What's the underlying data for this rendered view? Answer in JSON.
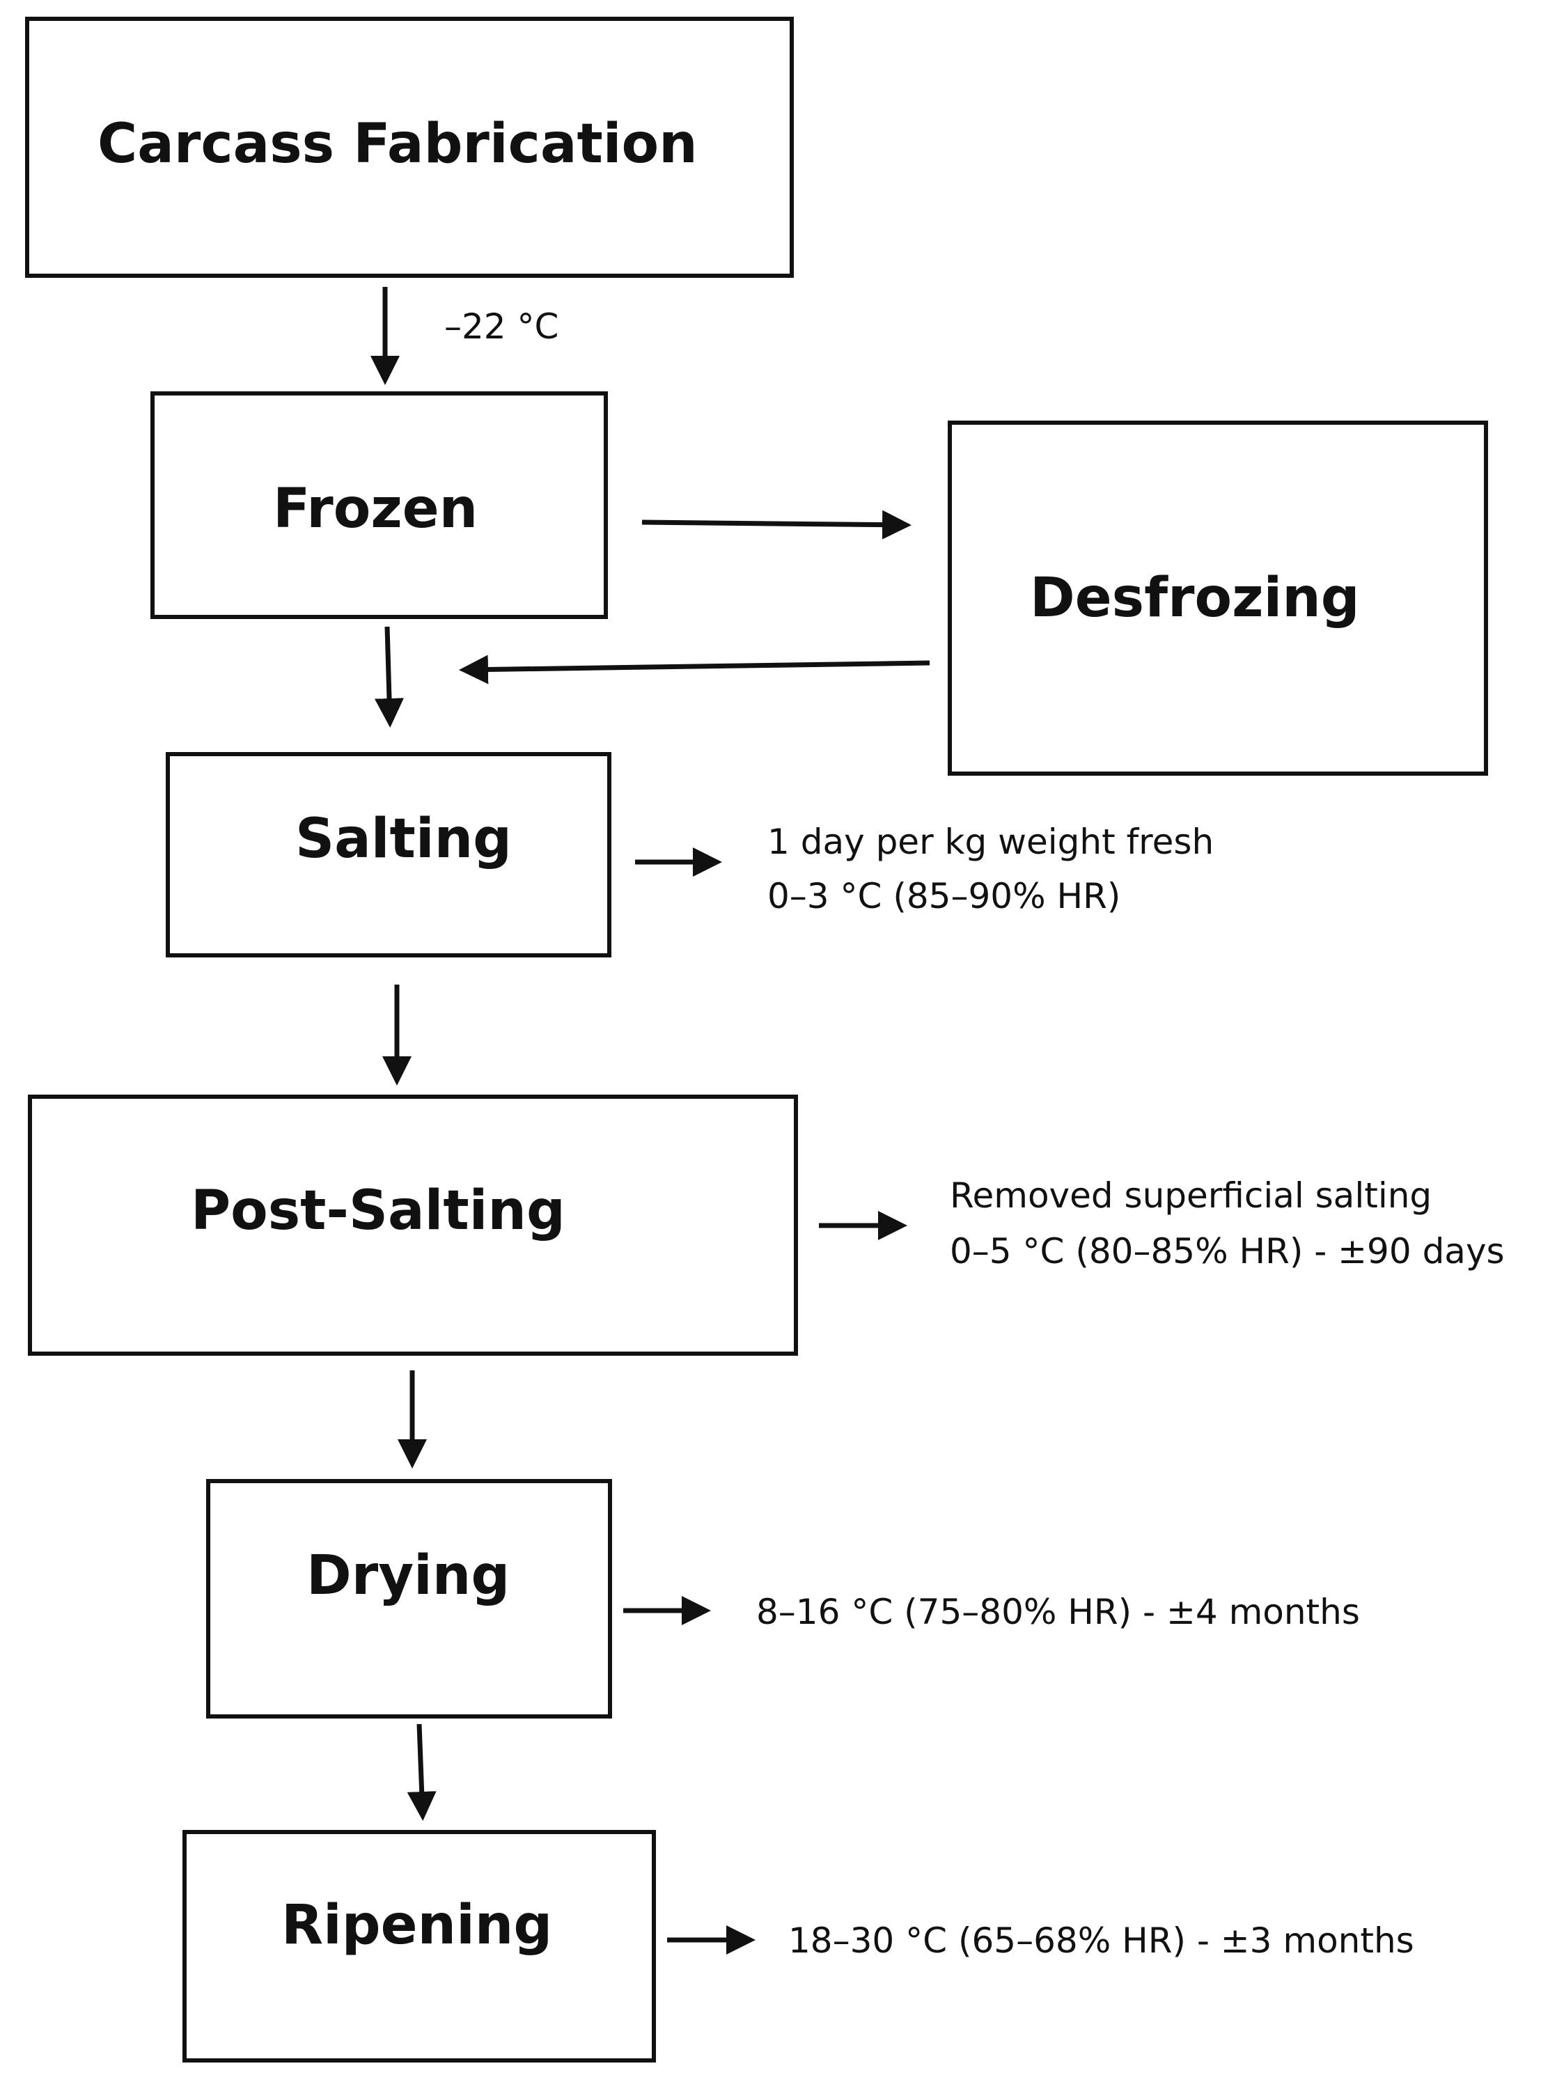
{
  "steps": {
    "carcass_fabrication": "Carcass Fabrication",
    "frozen": "Frozen",
    "desfrozing": "Desfrozing",
    "salting": "Salting",
    "post_salting": "Post-Salting",
    "drying": "Drying",
    "ripening": "Ripening"
  },
  "notes": {
    "freeze_temp": "–22 °C",
    "salting_line1": "1 day per kg weight fresh",
    "salting_line2": "0–3 °C  (85–90% HR)",
    "post_salting_line1": "Removed superficial salting",
    "post_salting_line2": "0–5 °C  (80–85% HR) - ±90 days",
    "drying": "8–16 °C  (75–80% HR) - ±4 months",
    "ripening": "18–30 °C  (65–68% HR) - ±3 months"
  }
}
